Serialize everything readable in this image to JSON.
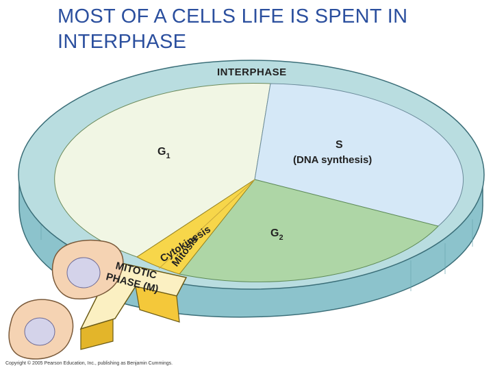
{
  "title": "MOST OF A CELLS LIFE IS SPENT IN INTERPHASE",
  "diagram": {
    "ring_label": "INTERPHASE",
    "phases": {
      "g1": {
        "label": "G",
        "subscript": "1"
      },
      "s": {
        "label_line1": "S",
        "label_line2": "(DNA synthesis)"
      },
      "g2": {
        "label": "G",
        "subscript": "2"
      },
      "cytokinesis": "Cytokinesis",
      "mitosis": "Mitosis",
      "mitotic_line1": "MITOTIC",
      "mitotic_line2": "PHASE (M)"
    }
  },
  "copyright": "Copyright © 2005 Pearson Education, Inc., publishing as Benjamin Cummings.",
  "colors": {
    "title": "#2b4f9e",
    "g1": "#f1f6e4",
    "s": "#d5e8f7",
    "g2": "#aed6a6",
    "ring_top": "#b9dde0",
    "ring_side": "#8cc3cc",
    "mitotic": "#f7d64a",
    "cell_body": "#f5d3b3",
    "nucleus": "#d4d3ea"
  }
}
